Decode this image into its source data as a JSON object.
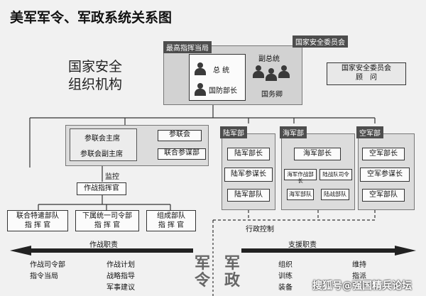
{
  "title": "美军军令、军政系统关系图",
  "national_security_org": "国家安全\n组织机构",
  "top": {
    "command_label": "最高指挥当局",
    "nsc_label": "国家安全委员会",
    "president": "总 统",
    "defense_secretary": "国防部长",
    "vice_president": "副总统",
    "secretary_of_state": "国务卿",
    "nsc_advisor": "国家安全委员会\n顾　问"
  },
  "jcs": {
    "chairman": "参联会主席",
    "vice_chairman": "参联会副主席",
    "jcs": "参联会",
    "joint_staff": "联合参谋部",
    "oversight": "监控"
  },
  "combatant_commander": "作战指挥官",
  "commands": [
    "联合特遣部队\n指 挥 官",
    "下属统一司令部\n指 挥 官",
    "组成部队\n指 挥 官"
  ],
  "army": {
    "dept": "陆军部",
    "boxes": [
      "陆军部长",
      "陆军参谋长",
      "陆军部队"
    ]
  },
  "navy": {
    "dept": "海军部",
    "secretary": "海军部长",
    "ops": "海军作战部长",
    "marine_cmd": "陆战队司令",
    "navy_forces": "海军部队",
    "marine_forces": "陆战部队"
  },
  "air": {
    "dept": "空军部",
    "boxes": [
      "空军部长",
      "空军参谋长",
      "空军部队"
    ]
  },
  "admin_control": "行政控制",
  "operational": {
    "heading": "作战职责",
    "col1": [
      "作战司令部",
      "指令当局"
    ],
    "col2": [
      "作战计划",
      "战略指导",
      "军事建议"
    ]
  },
  "support": {
    "heading": "支援职责",
    "col1": [
      "组织",
      "训练",
      "装备"
    ],
    "col2": [
      "维持",
      "指派"
    ]
  },
  "big_left": "军\n令",
  "big_right": "军\n政",
  "watermark": "搜狐号@强国精兵论坛"
}
